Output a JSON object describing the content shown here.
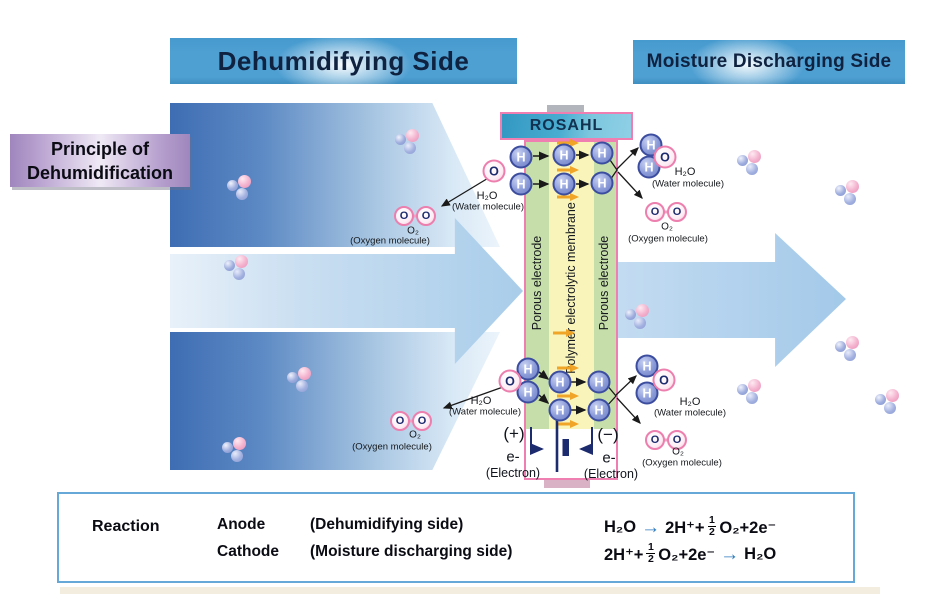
{
  "bands": {
    "left": "Dehumidifying Side",
    "right": "Moisture Discharging Side"
  },
  "principle": {
    "line1": "Principle of",
    "line2": "Dehumidification"
  },
  "rosahl": "ROSAHL",
  "membrane": {
    "left_electrode": "Porous electrode",
    "center": "Polymer electrolytic membrane",
    "right_electrode": "Porous electrode"
  },
  "atoms": {
    "h": "H",
    "o": "O"
  },
  "labels": {
    "h2o": "H₂O",
    "water": "(Water molecule)",
    "o2": "O₂",
    "oxygen": "(Oxygen molecule)"
  },
  "terminals": {
    "plus": "(+)",
    "minus": "(−)",
    "electron": "e-",
    "electron_word": "(Electron)"
  },
  "reaction": {
    "title": "Reaction",
    "rows": [
      {
        "electrode": "Anode",
        "side": "(Dehumidifying side)",
        "eq": [
          {
            "t": "txt",
            "v": "H₂O"
          },
          {
            "t": "arrow",
            "v": "→"
          },
          {
            "t": "txt",
            "v": "2H⁺+"
          },
          {
            "t": "frac",
            "num": "1",
            "den": "2"
          },
          {
            "t": "txt",
            "v": "O₂+2e⁻"
          }
        ]
      },
      {
        "electrode": "Cathode",
        "side": "(Moisture discharging side)",
        "eq": [
          {
            "t": "txt",
            "v": "2H⁺+"
          },
          {
            "t": "frac",
            "num": "1",
            "den": "2"
          },
          {
            "t": "txt",
            "v": "O₂+2e⁻"
          },
          {
            "t": "arrow",
            "v": "→"
          },
          {
            "t": "txt",
            "v": "H₂O"
          }
        ]
      }
    ]
  },
  "colors": {
    "band_blue": "#4e9fd2",
    "title_navy": "#0f2240",
    "principle_purple": "#b49ccd",
    "membrane_border_pink": "#ee7fb0",
    "electrode_green": "#c6dfaa",
    "electrolyte_yellow": "#f8f4ba",
    "flow_arrow_blue": "#3e6db3",
    "proton_arrow_orange": "#f09c28",
    "equation_arrow_blue": "#2e7bc0",
    "h_atom_blue": "#8b9bd8",
    "o_atom_pink": "#ec7fae"
  }
}
